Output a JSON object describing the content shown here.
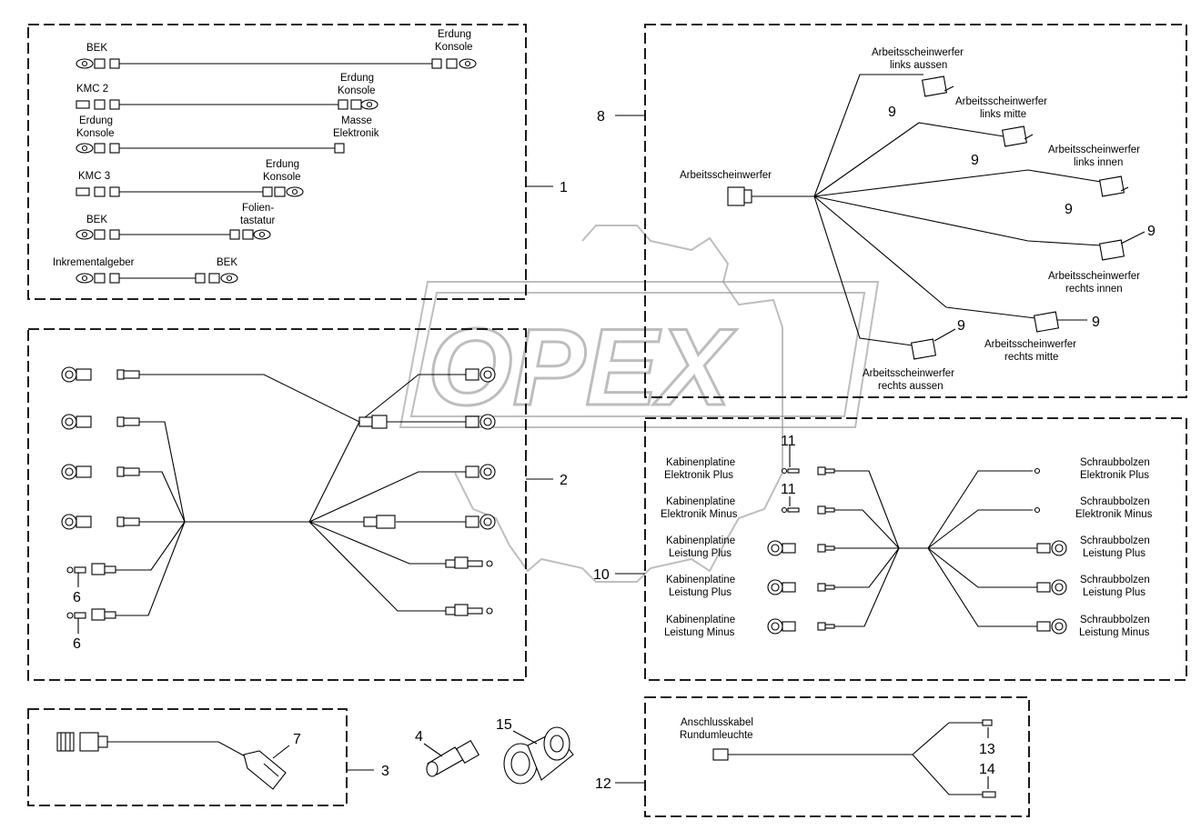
{
  "watermark": "OPEX",
  "labels": {
    "g1_bek_a": "BEK",
    "g1_erdung_a1": "Erdung",
    "g1_erdung_a2": "Konsole",
    "g1_kmc2": "KMC 2",
    "g1_erdung_b1": "Erdung",
    "g1_erdung_b2": "Konsole",
    "g1_erdung_c1": "Erdung",
    "g1_erdung_c2": "Konsole",
    "g1_masse1": "Masse",
    "g1_masse2": "Elektronik",
    "g1_kmc3": "KMC 3",
    "g1_erdung_d1": "Erdung",
    "g1_erdung_d2": "Konsole",
    "g1_bek_b": "BEK",
    "g1_folien1": "Folien-",
    "g1_folien2": "tastatur",
    "g1_inkrement": "Inkrementalgeber",
    "g1_bek_c": "BEK",
    "g8_main": "Arbeitsscheinwerfer",
    "g8_la1": "Arbeitsscheinwerfer",
    "g8_la2": "links aussen",
    "g8_lm1": "Arbeitsscheinwerfer",
    "g8_lm2": "links mitte",
    "g8_li1": "Arbeitsscheinwerfer",
    "g8_li2": "links innen",
    "g8_ri1": "Arbeitsscheinwerfer",
    "g8_ri2": "rechts innen",
    "g8_rm1": "Arbeitsscheinwerfer",
    "g8_rm2": "rechts mitte",
    "g8_ra1": "Arbeitsscheinwerfer",
    "g8_ra2": "rechts aussen",
    "g10_l1a": "Kabinenplatine",
    "g10_l1b": "Elektronik Plus",
    "g10_l2a": "Kabinenplatine",
    "g10_l2b": "Elektronik Minus",
    "g10_l3a": "Kabinenplatine",
    "g10_l3b": "Leistung Plus",
    "g10_l4a": "Kabinenplatine",
    "g10_l4b": "Leistung Plus",
    "g10_l5a": "Kabinenplatine",
    "g10_l5b": "Leistung Minus",
    "g10_r1a": "Schraubbolzen",
    "g10_r1b": "Elektronik Plus",
    "g10_r2a": "Schraubbolzen",
    "g10_r2b": "Elektronik Minus",
    "g10_r3a": "Schraubbolzen",
    "g10_r3b": "Leistung Plus",
    "g10_r4a": "Schraubbolzen",
    "g10_r4b": "Leistung Plus",
    "g10_r5a": "Schraubbolzen",
    "g10_r5b": "Leistung Minus",
    "g12_a": "Anschlusskabel",
    "g12_b": "Rundumleuchte"
  },
  "callouts": {
    "c1": "1",
    "c2": "2",
    "c3": "3",
    "c4": "4",
    "c6a": "6",
    "c6b": "6",
    "c7": "7",
    "c8": "8",
    "c9a": "9",
    "c9b": "9",
    "c9c": "9",
    "c9d": "9",
    "c9e": "9",
    "c9f": "9",
    "c10": "10",
    "c11a": "11",
    "c11b": "11",
    "c12": "12",
    "c13": "13",
    "c14": "14",
    "c15": "15"
  }
}
